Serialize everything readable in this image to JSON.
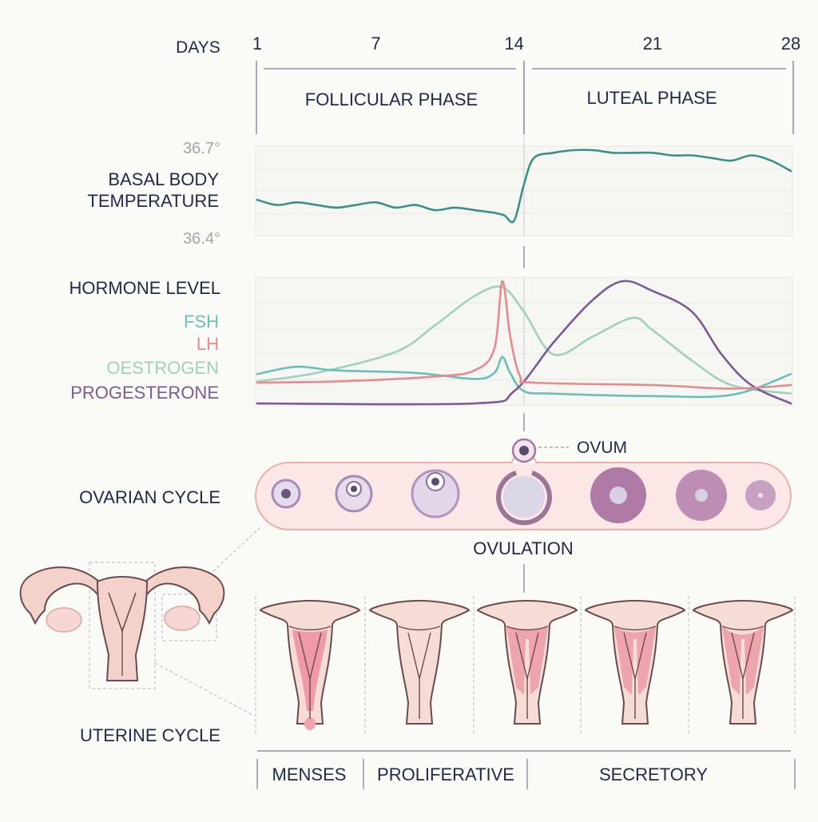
{
  "days": {
    "label": "DAYS",
    "ticks": [
      1,
      7,
      14,
      21,
      28
    ]
  },
  "phases": {
    "follicular": "FOLLICULAR PHASE",
    "luteal": "LUTEAL PHASE"
  },
  "temperature": {
    "label_line1": "BASAL BODY",
    "label_line2": "TEMPERATURE",
    "high": "36.7°",
    "low": "36.4°",
    "range": [
      36.4,
      36.7
    ],
    "color": "#3d8f8a",
    "points": [
      [
        1,
        36.51
      ],
      [
        2,
        36.49
      ],
      [
        3,
        36.5
      ],
      [
        4,
        36.49
      ],
      [
        5,
        36.48
      ],
      [
        6,
        36.49
      ],
      [
        7,
        36.5
      ],
      [
        8,
        36.48
      ],
      [
        9,
        36.49
      ],
      [
        10,
        36.47
      ],
      [
        11,
        36.48
      ],
      [
        12,
        36.47
      ],
      [
        13,
        36.46
      ],
      [
        13.5,
        36.45
      ],
      [
        14,
        36.43
      ],
      [
        14.5,
        36.57
      ],
      [
        15,
        36.67
      ],
      [
        16,
        36.69
      ],
      [
        17,
        36.7
      ],
      [
        18,
        36.7
      ],
      [
        19,
        36.69
      ],
      [
        20,
        36.69
      ],
      [
        21,
        36.69
      ],
      [
        22,
        36.68
      ],
      [
        23,
        36.68
      ],
      [
        24,
        36.67
      ],
      [
        25,
        36.66
      ],
      [
        26,
        36.68
      ],
      [
        27,
        36.66
      ],
      [
        28,
        36.62
      ]
    ]
  },
  "hormones": {
    "label": "HORMONE LEVEL",
    "series": [
      {
        "name": "FSH",
        "color": "#6bbfb9",
        "points": [
          [
            1,
            0.24
          ],
          [
            3,
            0.3
          ],
          [
            5,
            0.27
          ],
          [
            9,
            0.25
          ],
          [
            12,
            0.2
          ],
          [
            13,
            0.25
          ],
          [
            13.4,
            0.38
          ],
          [
            13.8,
            0.25
          ],
          [
            14.5,
            0.1
          ],
          [
            16,
            0.08
          ],
          [
            21,
            0.06
          ],
          [
            25,
            0.07
          ],
          [
            28,
            0.24
          ]
        ]
      },
      {
        "name": "LH",
        "color": "#e58a8e",
        "points": [
          [
            1,
            0.17
          ],
          [
            5,
            0.18
          ],
          [
            10,
            0.22
          ],
          [
            12,
            0.27
          ],
          [
            13,
            0.45
          ],
          [
            13.4,
            1.0
          ],
          [
            13.8,
            0.55
          ],
          [
            14.3,
            0.22
          ],
          [
            15,
            0.17
          ],
          [
            21,
            0.15
          ],
          [
            25,
            0.12
          ],
          [
            28,
            0.15
          ]
        ]
      },
      {
        "name": "OESTROGEN",
        "color": "#9fd1bd",
        "points": [
          [
            1,
            0.18
          ],
          [
            4,
            0.25
          ],
          [
            8,
            0.42
          ],
          [
            10,
            0.64
          ],
          [
            12,
            0.88
          ],
          [
            13.4,
            0.95
          ],
          [
            14.5,
            0.75
          ],
          [
            16,
            0.4
          ],
          [
            18,
            0.55
          ],
          [
            20,
            0.7
          ],
          [
            21,
            0.6
          ],
          [
            23,
            0.35
          ],
          [
            25,
            0.15
          ],
          [
            28,
            0.08
          ]
        ]
      },
      {
        "name": "PROGESTERONE",
        "color": "#7d5a97",
        "points": [
          [
            1,
            0.0
          ],
          [
            12,
            0.0
          ],
          [
            14,
            0.1
          ],
          [
            16,
            0.5
          ],
          [
            18,
            0.85
          ],
          [
            19.5,
            1.0
          ],
          [
            21,
            0.92
          ],
          [
            23,
            0.75
          ],
          [
            24.5,
            0.4
          ],
          [
            26,
            0.15
          ],
          [
            28,
            0.0
          ]
        ]
      }
    ]
  },
  "ovarian": {
    "label": "OVARIAN CYCLE",
    "ovum": "OVUM",
    "ovulation": "OVULATION"
  },
  "uterine": {
    "label": "UTERINE CYCLE",
    "stages": {
      "menses": "MENSES",
      "proliferative": "PROLIFERATIVE",
      "secretory": "SECRETORY"
    }
  }
}
